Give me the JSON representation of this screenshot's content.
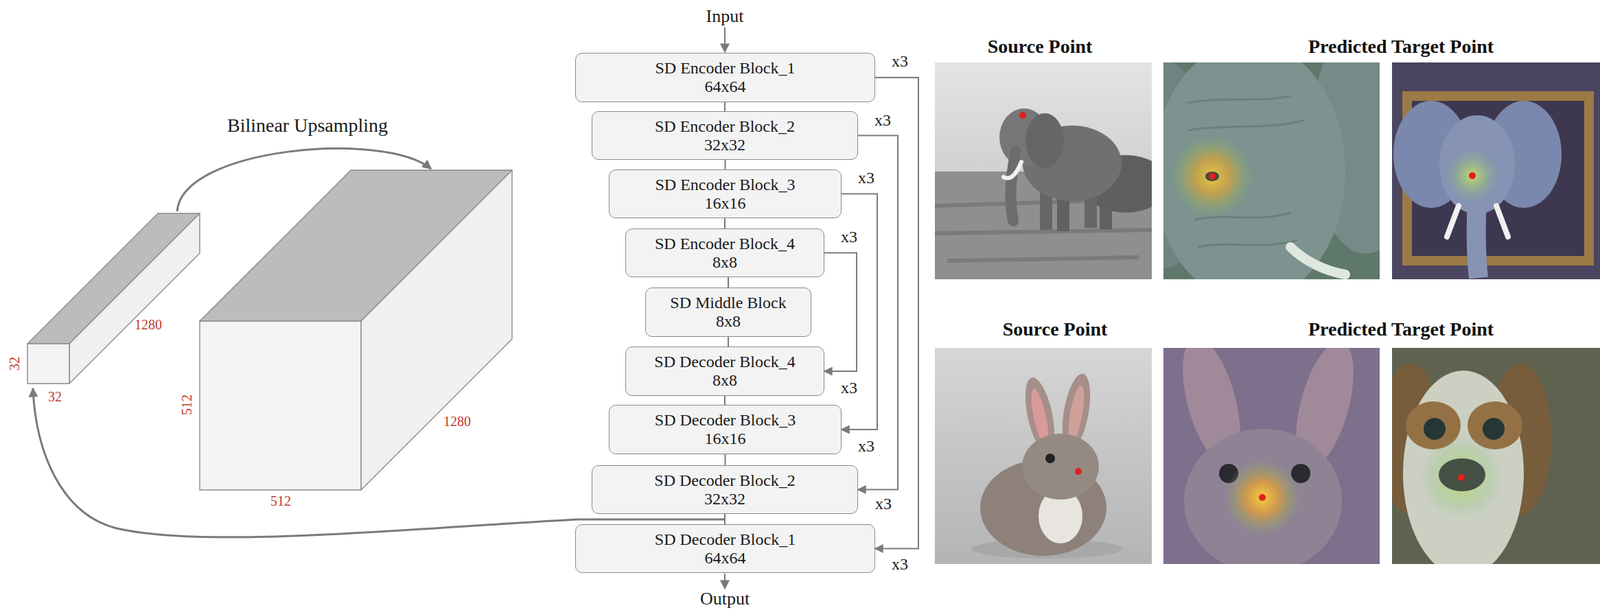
{
  "diagram": {
    "nodes": [
      {
        "text": [
          "SD Encoder Block_1",
          "64x64"
        ]
      },
      {
        "text": [
          "SD Encoder Block_2",
          "32x32"
        ]
      },
      {
        "text": [
          "SD Encoder Block_3",
          "16x16"
        ]
      },
      {
        "text": [
          "SD Encoder Block_4",
          "8x8"
        ]
      },
      {
        "text": [
          "SD Middle Block",
          "8x8"
        ]
      },
      {
        "text": [
          "SD Decoder Block_4",
          "8x8"
        ]
      },
      {
        "text": [
          "SD Decoder Block_3",
          "16x16"
        ]
      },
      {
        "text": [
          "SD Decoder Block_2",
          "32x32"
        ]
      },
      {
        "text": [
          "SD Decoder Block_1",
          "64x64"
        ]
      }
    ],
    "edges": [
      {
        "from": 0,
        "to": 1,
        "arrow": "none"
      },
      {
        "from": 1,
        "to": 2,
        "arrow": "none"
      },
      {
        "from": 2,
        "to": 3,
        "arrow": "none"
      },
      {
        "from": 3,
        "to": 4,
        "arrow": "none"
      },
      {
        "from": 4,
        "to": 5,
        "arrow": "none"
      },
      {
        "from": 5,
        "to": 6,
        "arrow": "none"
      },
      {
        "from": 6,
        "to": 7,
        "arrow": "none"
      },
      {
        "from": 7,
        "to": 8,
        "arrow": "none"
      },
      {
        "from": 0,
        "to": 8,
        "arrow": "to"
      },
      {
        "from": 1,
        "to": 7,
        "arrow": "to"
      },
      {
        "from": 2,
        "to": 6,
        "arrow": "to"
      },
      {
        "from": 3,
        "to": 5,
        "arrow": "to"
      }
    ],
    "labels": [
      "Input",
      "Output",
      "x3",
      "x3",
      "x3",
      "x3",
      "x3",
      "x3",
      "x3",
      "x3",
      "Bilinear Upsampling",
      "32",
      "32",
      "1280",
      "512",
      "512",
      "1280",
      "Source Point",
      "Predicted Target Point",
      "Source Point",
      "Predicted Target Point"
    ]
  }
}
